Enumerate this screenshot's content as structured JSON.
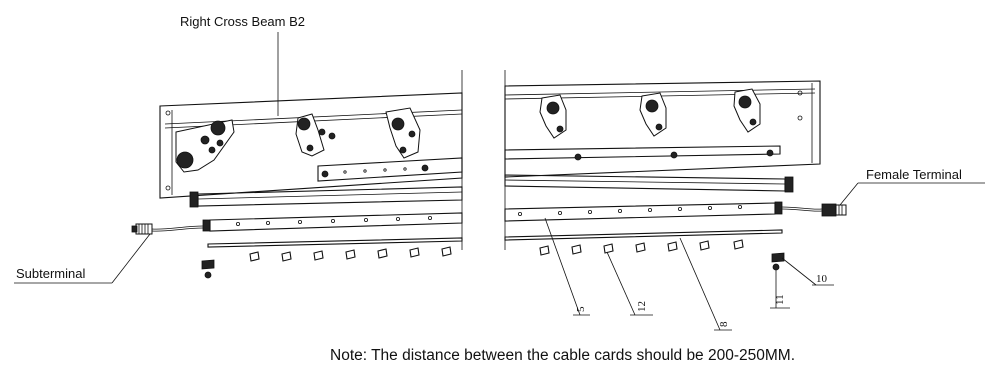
{
  "labels": {
    "beam": "Right Cross Beam B2",
    "female_terminal": "Female Terminal",
    "subterminal": "Subterminal"
  },
  "callouts": {
    "c5": "5",
    "c12": "12",
    "c8": "8",
    "c11": "11",
    "c10": "10"
  },
  "note": "Note: The distance between the cable cards should be 200-250MM."
}
